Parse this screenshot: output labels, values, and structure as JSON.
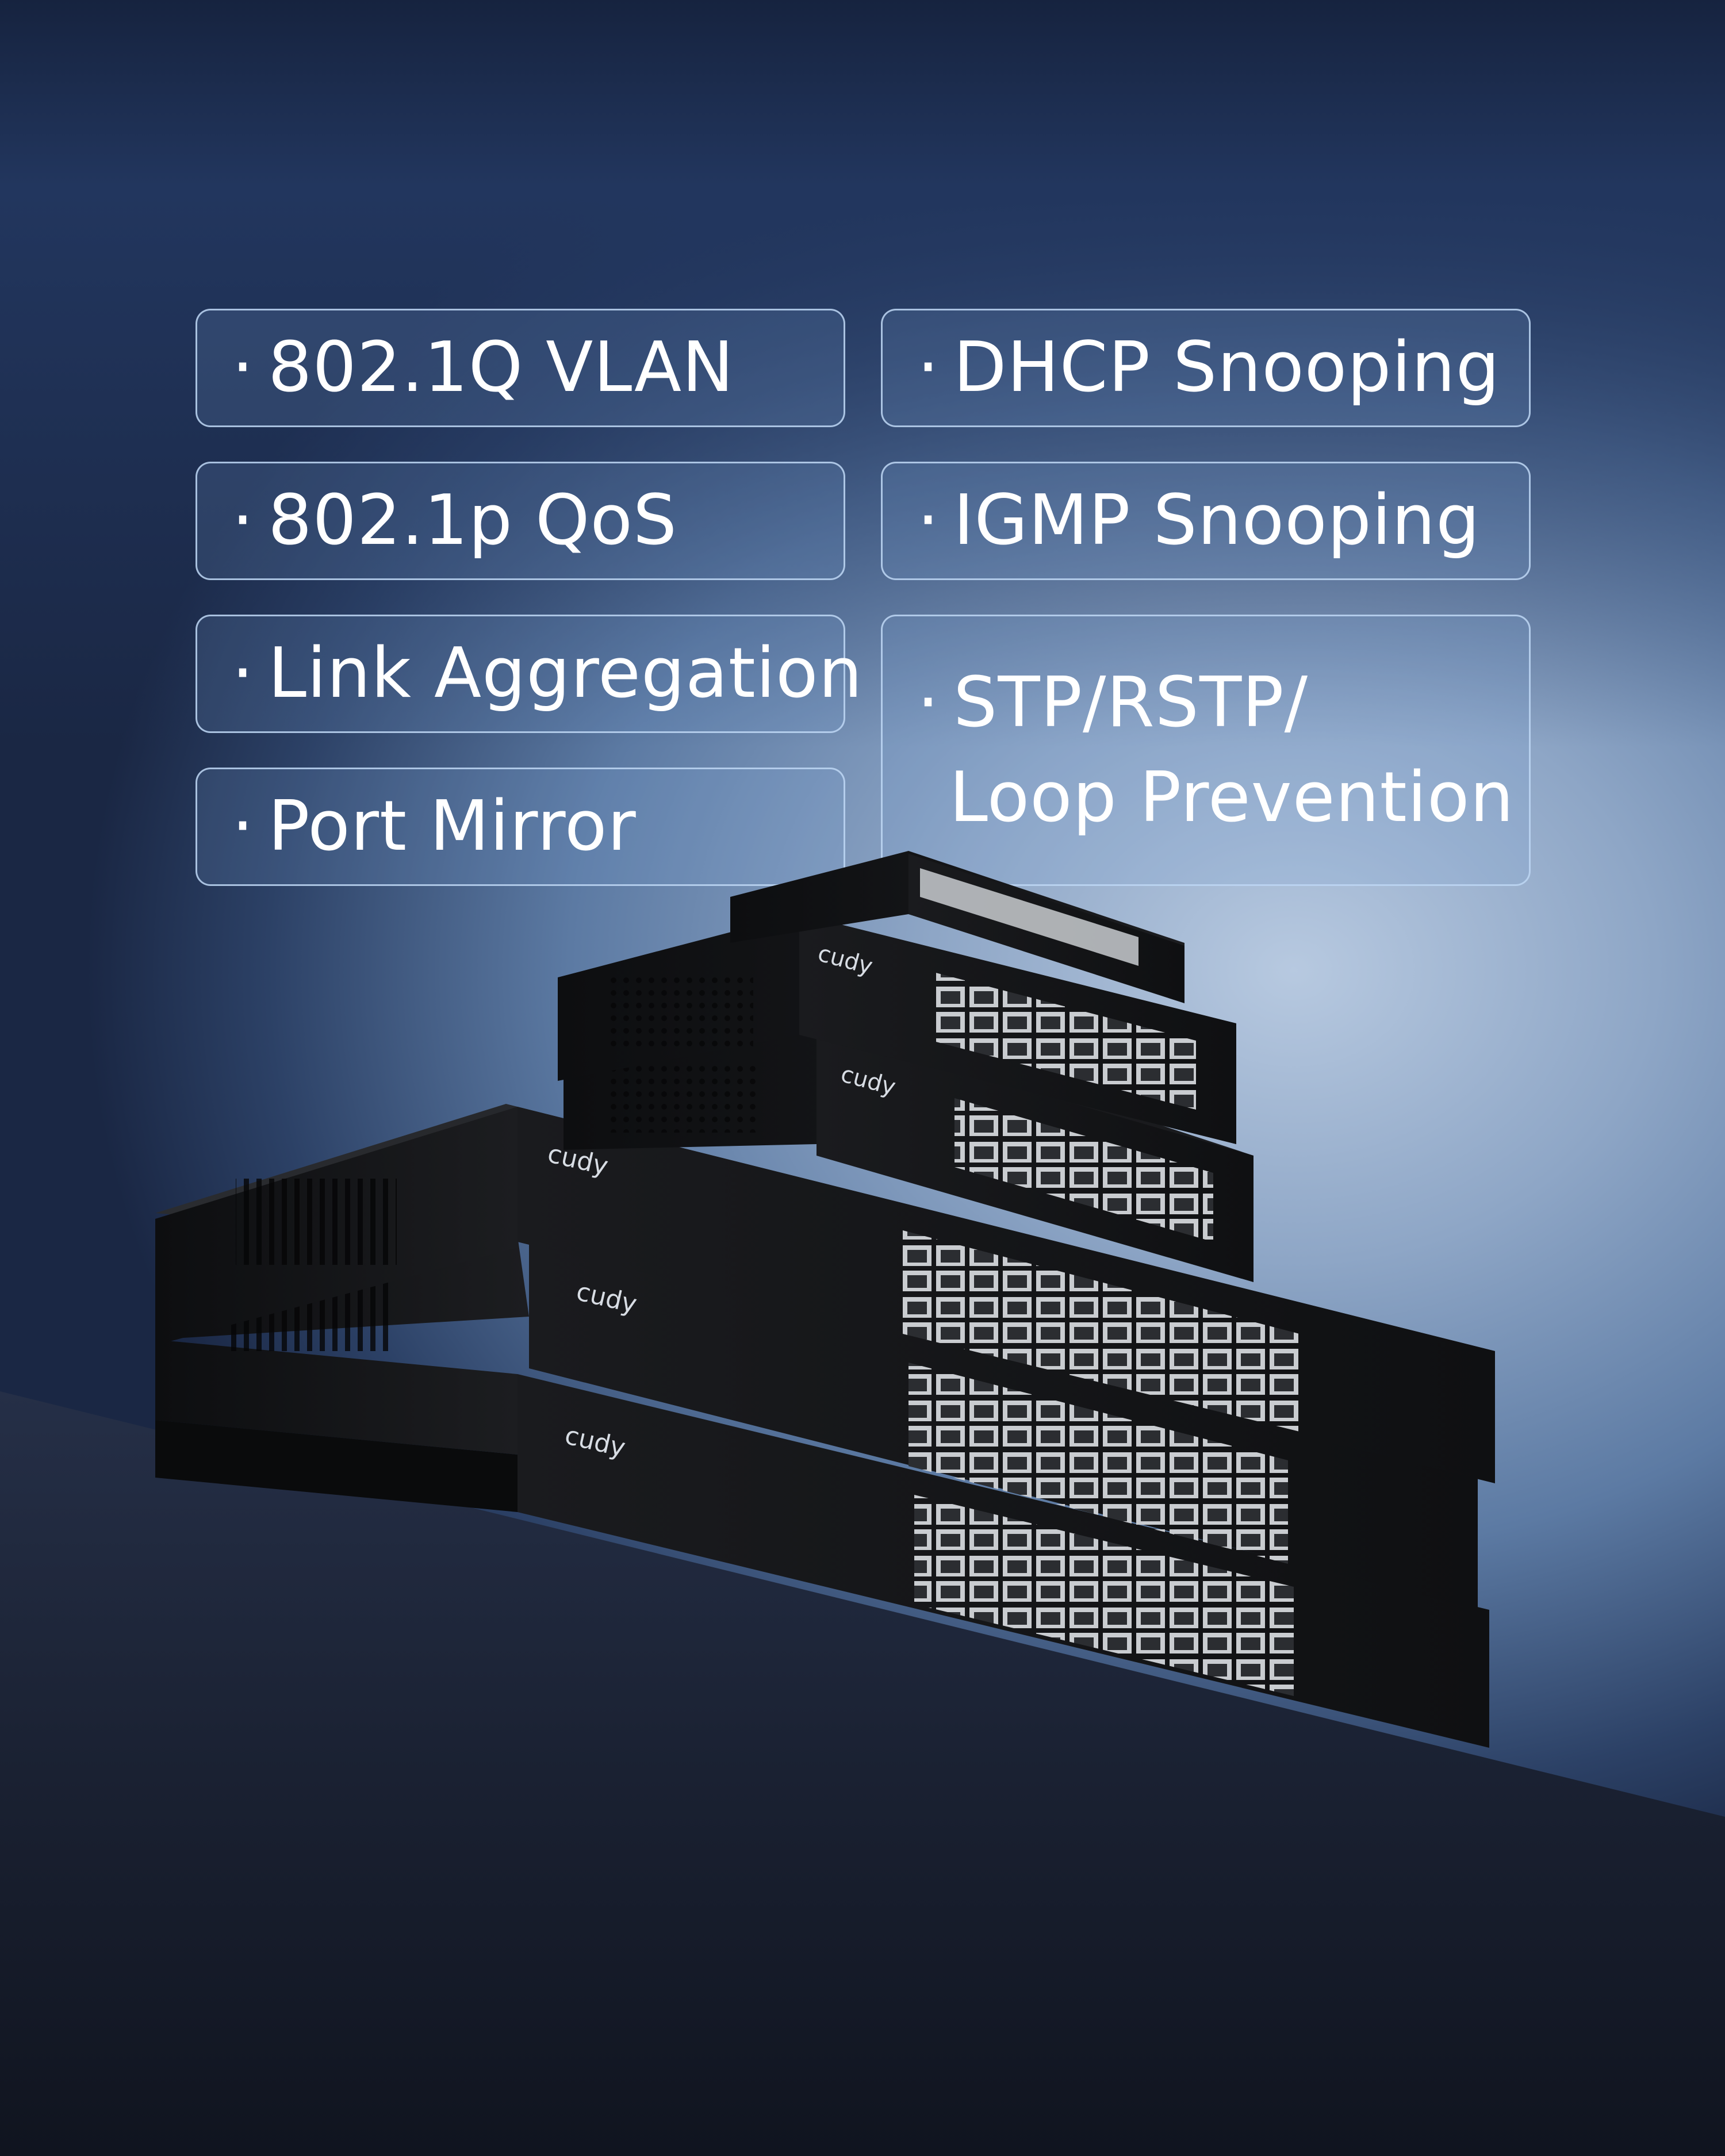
{
  "features": [
    {
      "text": "802.1Q VLAN"
    },
    {
      "text": "DHCP Snooping"
    },
    {
      "text": "802.1p QoS"
    },
    {
      "text": "IGMP Snooping"
    },
    {
      "text": "Link Aggregation"
    },
    {
      "text": "STP/RSTP/",
      "text2": "Loop Prevention"
    },
    {
      "text": "Port Mirror"
    }
  ],
  "bullet": "·",
  "brand": "cudy",
  "colors": {
    "accent_border": "#bed7f5",
    "device_body": "#141517",
    "floor": "#1c2436"
  }
}
